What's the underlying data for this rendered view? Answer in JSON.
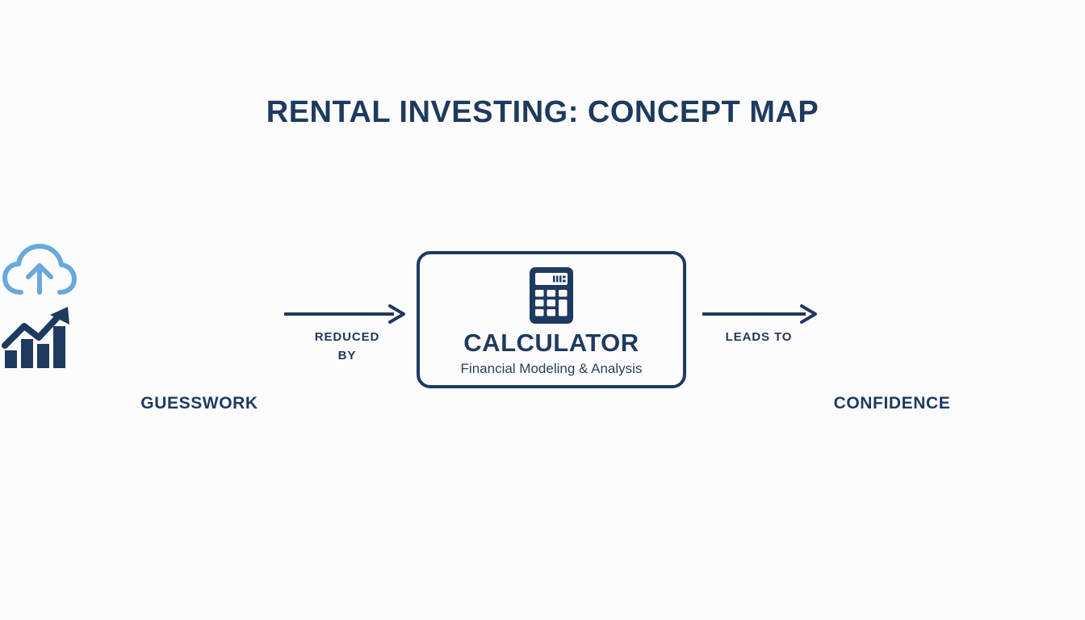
{
  "page": {
    "title": "RENTAL INVESTING: CONCEPT MAP",
    "background_color": "#FCFCFD",
    "primary_color": "#1F3A5F",
    "accent_color": "#69A8DC"
  },
  "diagram": {
    "type": "concept-map",
    "nodes": [
      {
        "id": "guesswork",
        "shape": "circle",
        "label": "GUESSWORK",
        "icon": "cloud-upload-icon",
        "icon_color": "#69A8DC",
        "border_color": "#1F3A5F"
      },
      {
        "id": "calculator",
        "shape": "rounded-rectangle",
        "title": "CALCULATOR",
        "subtitle": "Financial Modeling & Analysis",
        "icon": "calculator-icon",
        "icon_color": "#1F3A5F",
        "border_color": "#1F3A5F"
      },
      {
        "id": "confidence",
        "shape": "circle",
        "label": "CONFIDENCE",
        "icon": "growth-chart-icon",
        "icon_color": "#1F3A5F",
        "border_color": "#1F3A5F"
      }
    ],
    "connectors": [
      {
        "id": "reduced-by",
        "from": "guesswork",
        "to": "calculator",
        "label_line1": "REDUCED",
        "label_line2": "BY",
        "arrow": "right-arrow-icon"
      },
      {
        "id": "leads-to",
        "from": "calculator",
        "to": "confidence",
        "label_line1": "LEADS TO",
        "label_line2": "",
        "arrow": "right-arrow-icon"
      }
    ]
  }
}
